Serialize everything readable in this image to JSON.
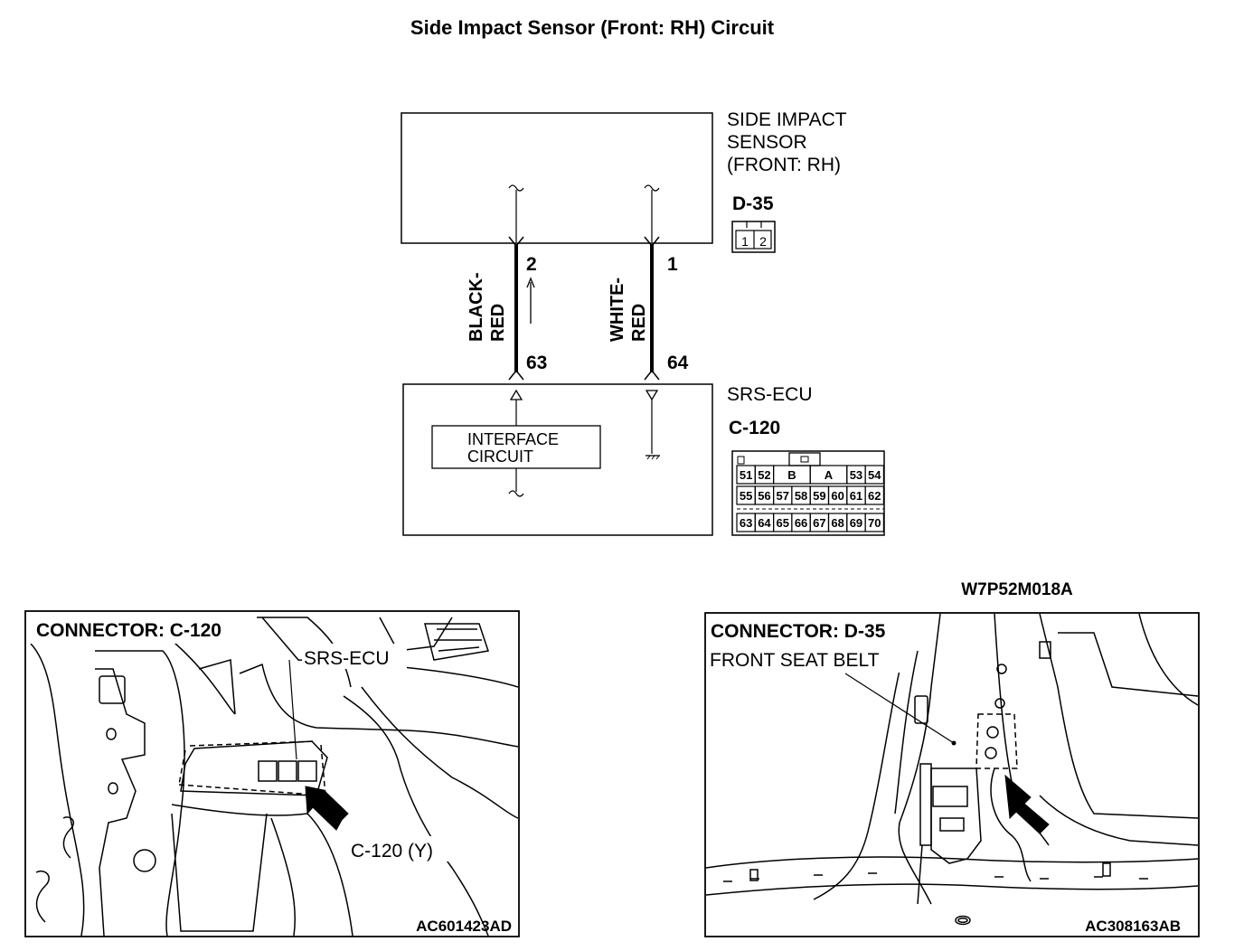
{
  "title": "Side Impact Sensor (Front: RH) Circuit",
  "sensor": {
    "name_lines": [
      "SIDE IMPACT",
      "SENSOR",
      "(FRONT: RH)"
    ],
    "connector_id": "D-35",
    "pins": [
      "1",
      "2"
    ]
  },
  "wires": [
    {
      "color_lines": [
        "BLACK-",
        "RED"
      ],
      "sensor_pin": "2",
      "ecu_pin": "63"
    },
    {
      "color_lines": [
        "WHITE-",
        "RED"
      ],
      "sensor_pin": "1",
      "ecu_pin": "64"
    }
  ],
  "ecu": {
    "name": "SRS-ECU",
    "connector_id": "C-120",
    "interface_lines": [
      "INTERFACE",
      "CIRCUIT"
    ],
    "connector_row1": [
      "51",
      "52",
      "B",
      "A",
      "53",
      "54"
    ],
    "connector_row2": [
      "55",
      "56",
      "57",
      "58",
      "59",
      "60",
      "61",
      "62"
    ],
    "connector_row3": [
      "63",
      "64",
      "65",
      "66",
      "67",
      "68",
      "69",
      "70"
    ]
  },
  "figure_code": "W7P52M018A",
  "views": [
    {
      "title": "CONNECTOR: C-120",
      "labels": [
        "SRS-ECU",
        "C-120 (Y)"
      ],
      "code": "AC601423AD"
    },
    {
      "title": "CONNECTOR: D-35",
      "labels": [
        "FRONT SEAT BELT"
      ],
      "code": "AC308163AB"
    }
  ]
}
